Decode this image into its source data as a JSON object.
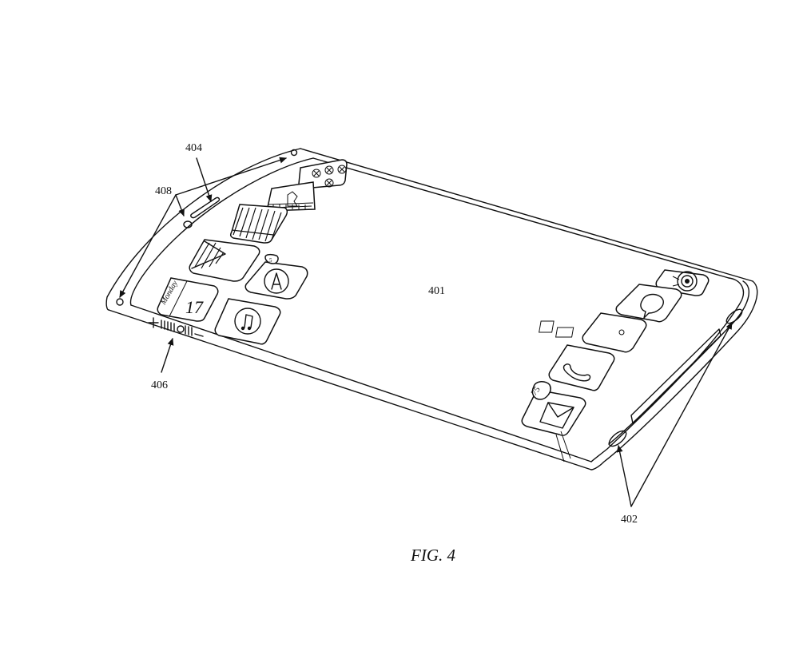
{
  "figure": {
    "caption": "FIG. 4",
    "labels": {
      "display": "401",
      "side_elements": "402",
      "top_element": "404",
      "volume_control": "406",
      "side_buttons": "408"
    },
    "icons": {
      "calendar_day": "Monday",
      "calendar_date": "17",
      "mail_badge": "75",
      "app_store_badge": "5"
    }
  }
}
